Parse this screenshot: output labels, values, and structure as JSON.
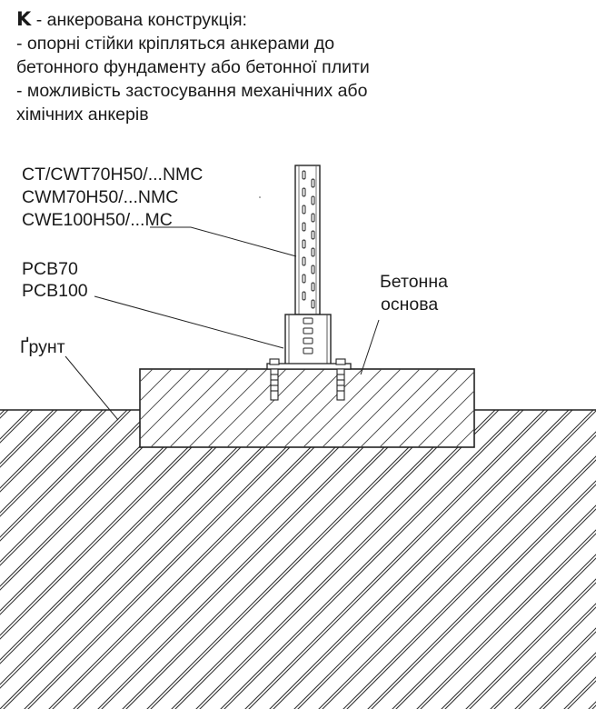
{
  "header": {
    "key_letter": "K",
    "title_rest": " - анкерована конструкція:",
    "line1": "- опорні стійки кріпляться анкерами до",
    "line2": "бетонного фундаменту або бетонної плити",
    "line3": "- можливість застосування механічних або",
    "line4": "хімічних анкерів"
  },
  "labels": {
    "post_1": "CT/CWT70H50/...NMC",
    "post_2": "CWM70H50/...NMC",
    "post_3": "CWE100H50/...MC",
    "base_1": "PCB70",
    "base_2": "PCB100",
    "ground": "Ґрунт",
    "concrete_1": "Бетонна",
    "concrete_2": "основа"
  }
}
